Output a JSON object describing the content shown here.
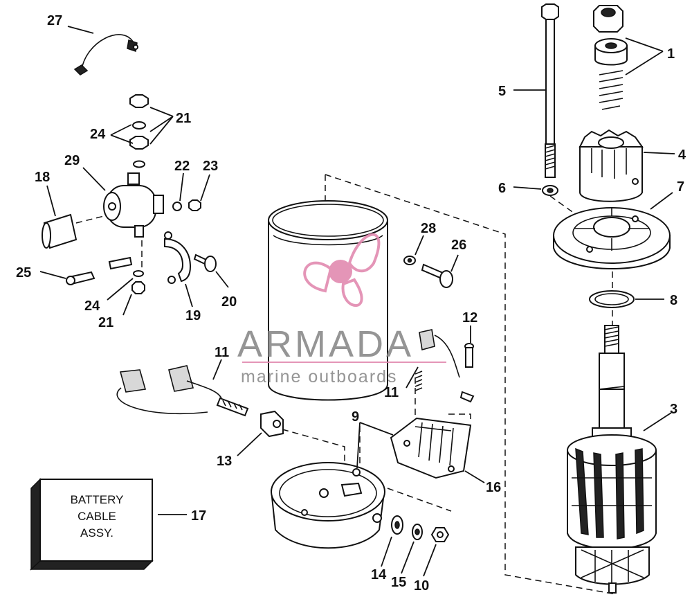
{
  "watermark": {
    "title": "ARMADA",
    "subtitle": "marine outboards",
    "accent_color": "#e28ab0",
    "text_color": "#8a8a8a"
  },
  "battery_box": {
    "line1": "BATTERY",
    "line2": "CABLE",
    "line3": "ASSY."
  },
  "callouts": {
    "c1": "1",
    "c3": "3",
    "c4": "4",
    "c5": "5",
    "c6": "6",
    "c7": "7",
    "c8": "8",
    "c9": "9",
    "c10": "10",
    "c11a": "11",
    "c11b": "11",
    "c12": "12",
    "c13": "13",
    "c14": "14",
    "c15": "15",
    "c16": "16",
    "c17": "17",
    "c18": "18",
    "c19": "19",
    "c20": "20",
    "c21a": "21",
    "c21b": "21",
    "c22": "22",
    "c23": "23",
    "c24a": "24",
    "c24b": "24",
    "c25": "25",
    "c26": "26",
    "c27": "27",
    "c28": "28",
    "c29": "29"
  }
}
